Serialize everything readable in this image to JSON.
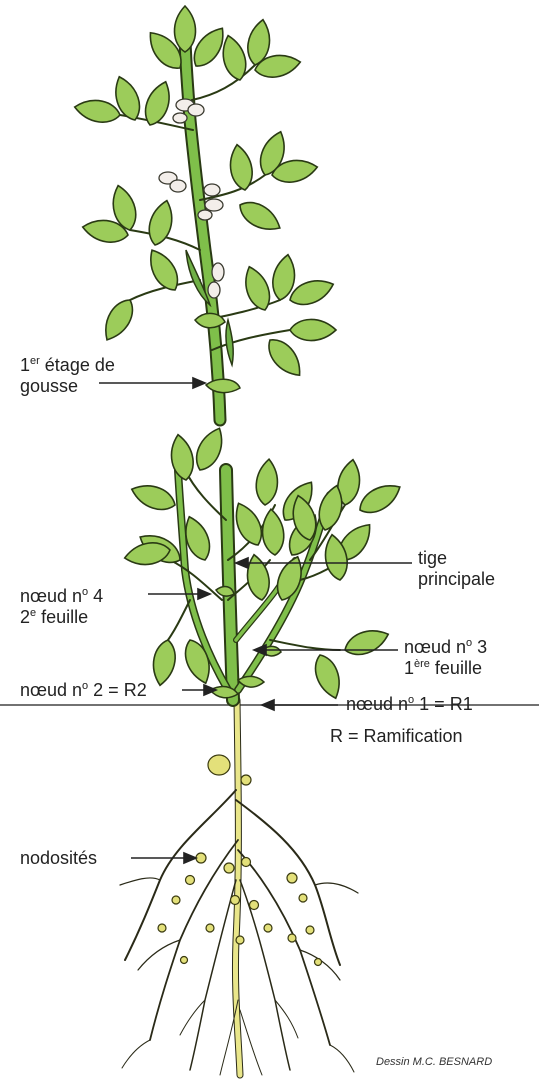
{
  "labels": {
    "pod_stage_sup": "er",
    "pod_stage_line1_num": "1",
    "pod_stage_line1_rest": " étage de",
    "pod_stage_line2": "gousse",
    "main_stem_line1": "tige",
    "main_stem_line2": "principale",
    "node4_line1": "nœud n",
    "node4_sup": "o",
    "node4_line1_end": " 4",
    "node4_line2_num": "2",
    "node4_line2_sup": "e",
    "node4_line2_rest": " feuille",
    "node3_line1": "nœud n",
    "node3_sup": "o",
    "node3_line1_end": " 3",
    "node3_line2_num": "1",
    "node3_line2_sup": "ère",
    "node3_line2_rest": " feuille",
    "node2_text": "nœud n",
    "node2_sup": "o",
    "node2_end": " 2 = R2",
    "node1_text": "nœud n",
    "node1_sup": "o",
    "node1_end": " 1 = R1",
    "ramification": "R = Ramification",
    "nodules": "nodosités",
    "credit": "Dessin M.C. BESNARD"
  },
  "colors": {
    "leaf": "#9ccc5a",
    "leaf_outline": "#2a3a14",
    "stem": "#7fbf4a",
    "root": "#e9e68a",
    "nodule": "#e3e07a",
    "flower": "#f3eeea",
    "ground_line": "#444444"
  }
}
